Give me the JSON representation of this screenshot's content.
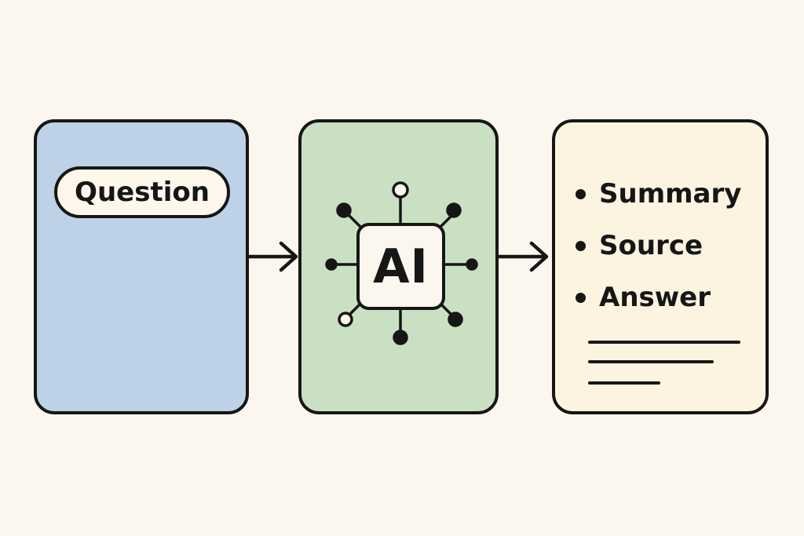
{
  "colors": {
    "background": "#fcf7ee",
    "stroke": "#161616",
    "input_panel": "#bdd2e6",
    "ai_panel": "#c9e1c2",
    "output_panel": "#fdf3e1"
  },
  "input": {
    "label": "Question"
  },
  "processor": {
    "label": "AI",
    "icon": "chip-icon"
  },
  "output": {
    "items": [
      "Summary",
      "Source",
      "Answer"
    ],
    "text_lines": 3
  },
  "connectors": {
    "icon": "right-arrow-icon",
    "count": 2
  }
}
